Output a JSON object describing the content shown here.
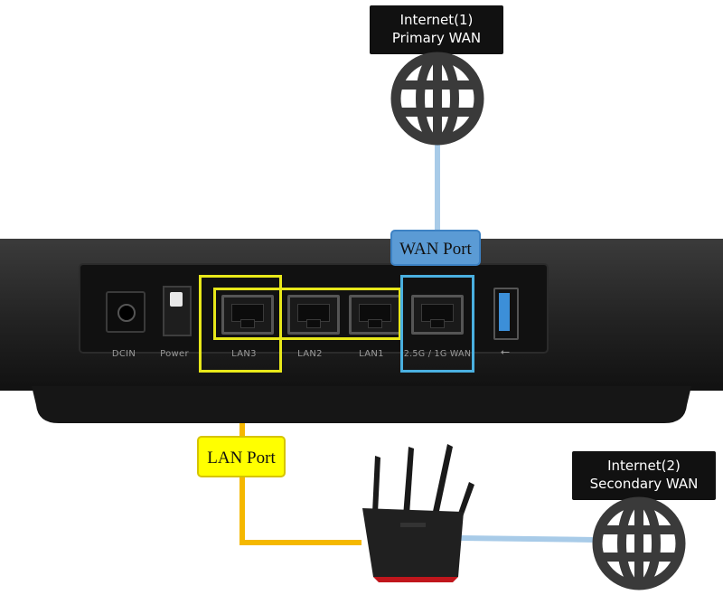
{
  "internet1": {
    "line1": "Internet(1)",
    "line2": "Primary WAN"
  },
  "internet2": {
    "line1": "Internet(2)",
    "line2": "Secondary WAN"
  },
  "wan_callout": "WAN Port",
  "lan_callout": "LAN Port",
  "device": {
    "ports": {
      "dcin": "DCIN",
      "power": "Power",
      "lan3": "LAN3",
      "lan2": "LAN2",
      "lan1": "LAN1",
      "wan": "2.5G / 1G WAN",
      "usb": "⭠"
    }
  },
  "colors": {
    "wan_line": "#a8cbe8",
    "wan_callout": "#5b9bd5",
    "lan_line": "#f5b800",
    "lan_callout": "#ffff00",
    "highlight_yellow": "#e8e81a",
    "highlight_blue": "#4ab0e0"
  },
  "icons": [
    "globe-icon",
    "globe-icon",
    "router-icon"
  ]
}
